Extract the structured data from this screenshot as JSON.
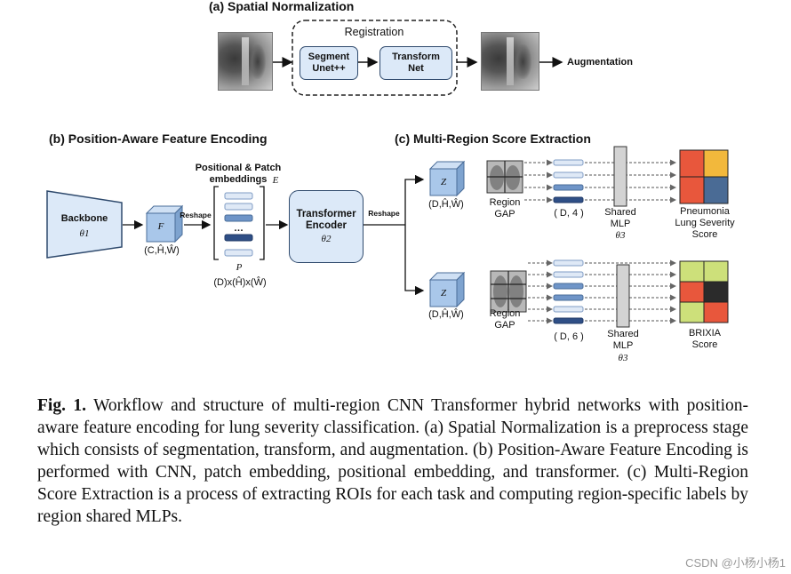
{
  "panel_a": {
    "title": "(a) Spatial Normalization",
    "registration_label": "Registration",
    "segment_label": "Segment\nUnet++",
    "transform_label": "Transform\nNet",
    "augmentation_label": "Augmentation"
  },
  "panel_b": {
    "title": "(b) Position-Aware Feature Encoding",
    "backbone_label": "Backbone",
    "backbone_param": "θ1",
    "feature_symbol": "F",
    "feature_dims": "(C,Ĥ,Ŵ)",
    "reshape_label": "Reshape",
    "embeddings_title": "Positional & Patch\nembeddings",
    "embeddings_symbol": "E",
    "ellipsis": "…",
    "patch_symbol": "P",
    "patch_dims": "(D)x(Ĥ)x(Ŵ)",
    "transformer_label": "Transformer\nEncoder",
    "transformer_param": "θ2",
    "reshape_label_2": "Reshape"
  },
  "panel_c": {
    "title": "(c) Multi-Region Score Extraction",
    "branch_top": {
      "z_symbol": "Z",
      "z_dims": "(D,Ĥ,Ŵ)",
      "gap_label": "Region\nGAP",
      "vector_dims": "( D, 4 )",
      "mlp_label": "Shared\nMLP",
      "mlp_param": "θ3",
      "score_label": "Pneumonia\nLung Severity\nScore"
    },
    "branch_bottom": {
      "z_symbol": "Z",
      "z_dims": "(D,Ĥ,Ŵ)",
      "gap_label": "Region\nGAP",
      "vector_dims": "( D, 6 )",
      "mlp_label": "Shared\nMLP",
      "mlp_param": "θ3",
      "score_label": "BRIXIA\nScore"
    }
  },
  "colors": {
    "box_fill": "#dce9f8",
    "box_stroke": "#2f4a6d",
    "cube_front": "#a9c7ea",
    "cube_side": "#7ea3cf",
    "cube_top": "#cfe0f4",
    "embed_light": "#dfe9f6",
    "embed_mid": "#8fb0d8",
    "embed_dark": "#2f4f86",
    "score_red": "#e8573c",
    "score_orange": "#f2b83c",
    "score_slate": "#4a6b95",
    "score_lime": "#cde07a",
    "score_black": "#2b2b2b"
  },
  "caption": {
    "label": "Fig. 1.",
    "text": "Workflow and structure of multi-region CNN Transformer hybrid networks with position-aware feature encoding for lung severity classification. (a) Spatial Normalization is a preprocess stage which consists of segmentation, transform, and augmentation. (b) Position-Aware Feature Encoding is performed with CNN, patch embedding, positional embedding, and transformer. (c) Multi-Region Score Extraction is a process of extracting ROIs for each task and computing region-specific labels by region shared MLPs."
  },
  "watermark": "CSDN @小杨小杨1"
}
